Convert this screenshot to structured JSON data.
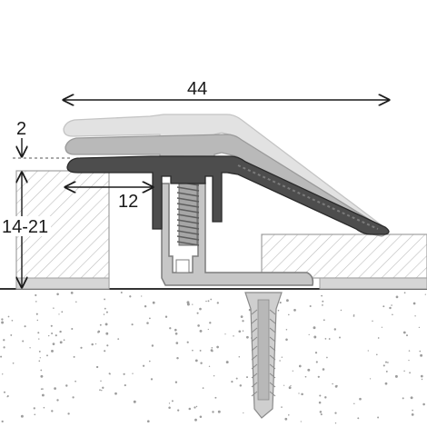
{
  "dimensions": {
    "width_label": "44",
    "offset_label": "2",
    "overlap_label": "12",
    "height_range_label": "14-21"
  },
  "colors": {
    "profile_light": "#d4d4d4",
    "profile_mid": "#a8a8a8",
    "profile_dark": "#4a4a4a",
    "base_profile": "#c2c2c2",
    "hatch": "#b8b8b8",
    "screw": "#9a9a9a",
    "concrete_dots": "#9c9c9c"
  },
  "icons": [
    "screw-icon",
    "wall-plug-icon"
  ]
}
